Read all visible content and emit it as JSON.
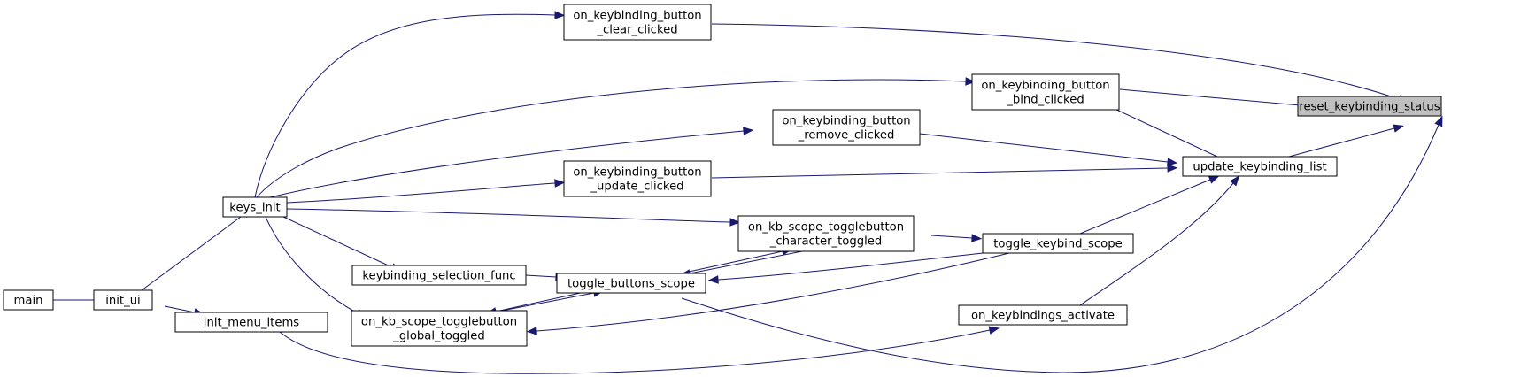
{
  "graph": {
    "colors": {
      "node_fill": "#ffffff",
      "highlight_fill": "#bfbfbf",
      "border": "#000000",
      "edge": "#191970"
    },
    "nodes": [
      {
        "id": "reset",
        "lines": [
          "reset_keybinding_status"
        ],
        "highlight": true
      },
      {
        "id": "clear",
        "lines": [
          "on_keybinding_button",
          "_clear_clicked"
        ]
      },
      {
        "id": "bind",
        "lines": [
          "on_keybinding_button",
          "_bind_clicked"
        ]
      },
      {
        "id": "remove",
        "lines": [
          "on_keybinding_button",
          "_remove_clicked"
        ]
      },
      {
        "id": "update_list",
        "lines": [
          "update_keybinding_list"
        ]
      },
      {
        "id": "update_clicked",
        "lines": [
          "on_keybinding_button",
          "_update_clicked"
        ]
      },
      {
        "id": "keys_init",
        "lines": [
          "keys_init"
        ]
      },
      {
        "id": "char_toggled",
        "lines": [
          "on_kb_scope_togglebutton",
          "_character_toggled"
        ]
      },
      {
        "id": "toggle_scope",
        "lines": [
          "toggle_keybind_scope"
        ]
      },
      {
        "id": "selection_func",
        "lines": [
          "keybinding_selection_func"
        ]
      },
      {
        "id": "buttons_scope",
        "lines": [
          "toggle_buttons_scope"
        ]
      },
      {
        "id": "main",
        "lines": [
          "main"
        ]
      },
      {
        "id": "init_ui",
        "lines": [
          "init_ui"
        ]
      },
      {
        "id": "menu_items",
        "lines": [
          "init_menu_items"
        ]
      },
      {
        "id": "global_toggled",
        "lines": [
          "on_kb_scope_togglebutton",
          "_global_toggled"
        ]
      },
      {
        "id": "activate",
        "lines": [
          "on_keybindings_activate"
        ]
      }
    ],
    "edges": [
      {
        "from": "main",
        "to": "init_ui"
      },
      {
        "from": "init_ui",
        "to": "keys_init"
      },
      {
        "from": "init_ui",
        "to": "menu_items"
      },
      {
        "from": "keys_init",
        "to": "clear"
      },
      {
        "from": "keys_init",
        "to": "bind"
      },
      {
        "from": "keys_init",
        "to": "remove"
      },
      {
        "from": "keys_init",
        "to": "update_clicked"
      },
      {
        "from": "keys_init",
        "to": "char_toggled"
      },
      {
        "from": "keys_init",
        "to": "selection_func"
      },
      {
        "from": "keys_init",
        "to": "global_toggled"
      },
      {
        "from": "menu_items",
        "to": "activate"
      },
      {
        "from": "clear",
        "to": "reset"
      },
      {
        "from": "bind",
        "to": "reset"
      },
      {
        "from": "update_list",
        "to": "reset"
      },
      {
        "from": "buttons_scope",
        "to": "reset"
      },
      {
        "from": "update_list",
        "to": "bind"
      },
      {
        "from": "remove",
        "to": "update_list"
      },
      {
        "from": "update_clicked",
        "to": "update_list"
      },
      {
        "from": "toggle_scope",
        "to": "update_list"
      },
      {
        "from": "activate",
        "to": "update_list"
      },
      {
        "from": "char_toggled",
        "to": "toggle_scope"
      },
      {
        "from": "toggle_scope",
        "to": "buttons_scope"
      },
      {
        "from": "toggle_scope",
        "to": "global_toggled"
      },
      {
        "from": "char_toggled",
        "to": "buttons_scope"
      },
      {
        "from": "buttons_scope",
        "to": "char_toggled"
      },
      {
        "from": "selection_func",
        "to": "buttons_scope"
      },
      {
        "from": "global_toggled",
        "to": "buttons_scope"
      },
      {
        "from": "buttons_scope",
        "to": "global_toggled"
      }
    ]
  }
}
